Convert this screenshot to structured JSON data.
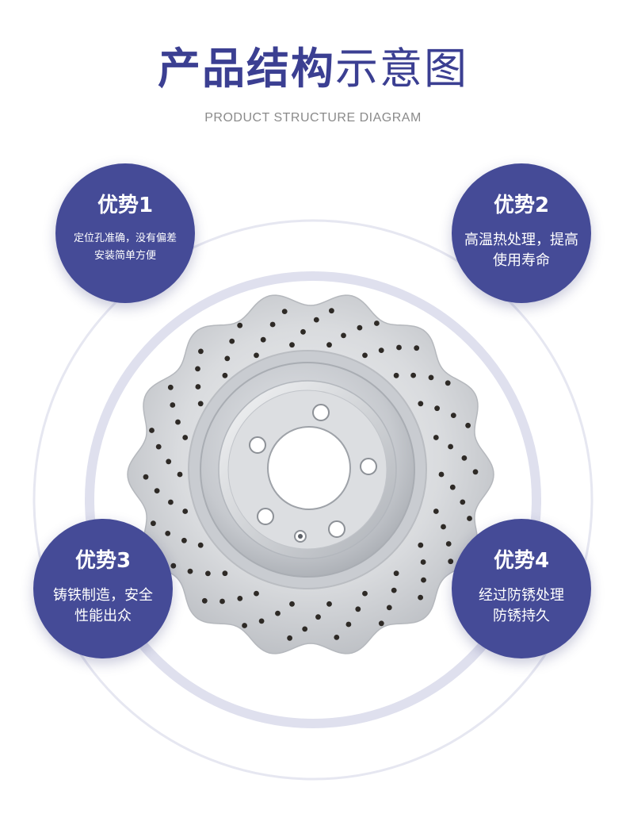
{
  "header": {
    "title_strong": "产品结构",
    "title_light": "示意图",
    "subtitle": "PRODUCT STRUCTURE DIAGRAM"
  },
  "advantages": [
    {
      "title": "优势1",
      "lines": [
        "定位孔准确，没有偏差",
        "安装简单方便"
      ]
    },
    {
      "title": "优势2",
      "lines": [
        "高温热处理，提高",
        "使用寿命"
      ]
    },
    {
      "title": "优势3",
      "lines": [
        "铸铁制造，安全",
        "性能出众"
      ]
    },
    {
      "title": "优势4",
      "lines": [
        "经过防锈处理",
        "防锈持久"
      ]
    }
  ],
  "colors": {
    "badge": "#454b97",
    "title": "#3b3f92",
    "ring": "#dfe0ee",
    "subtitle": "#8a8a8a"
  },
  "image": {
    "subject": "drilled-brake-disc-icon"
  }
}
